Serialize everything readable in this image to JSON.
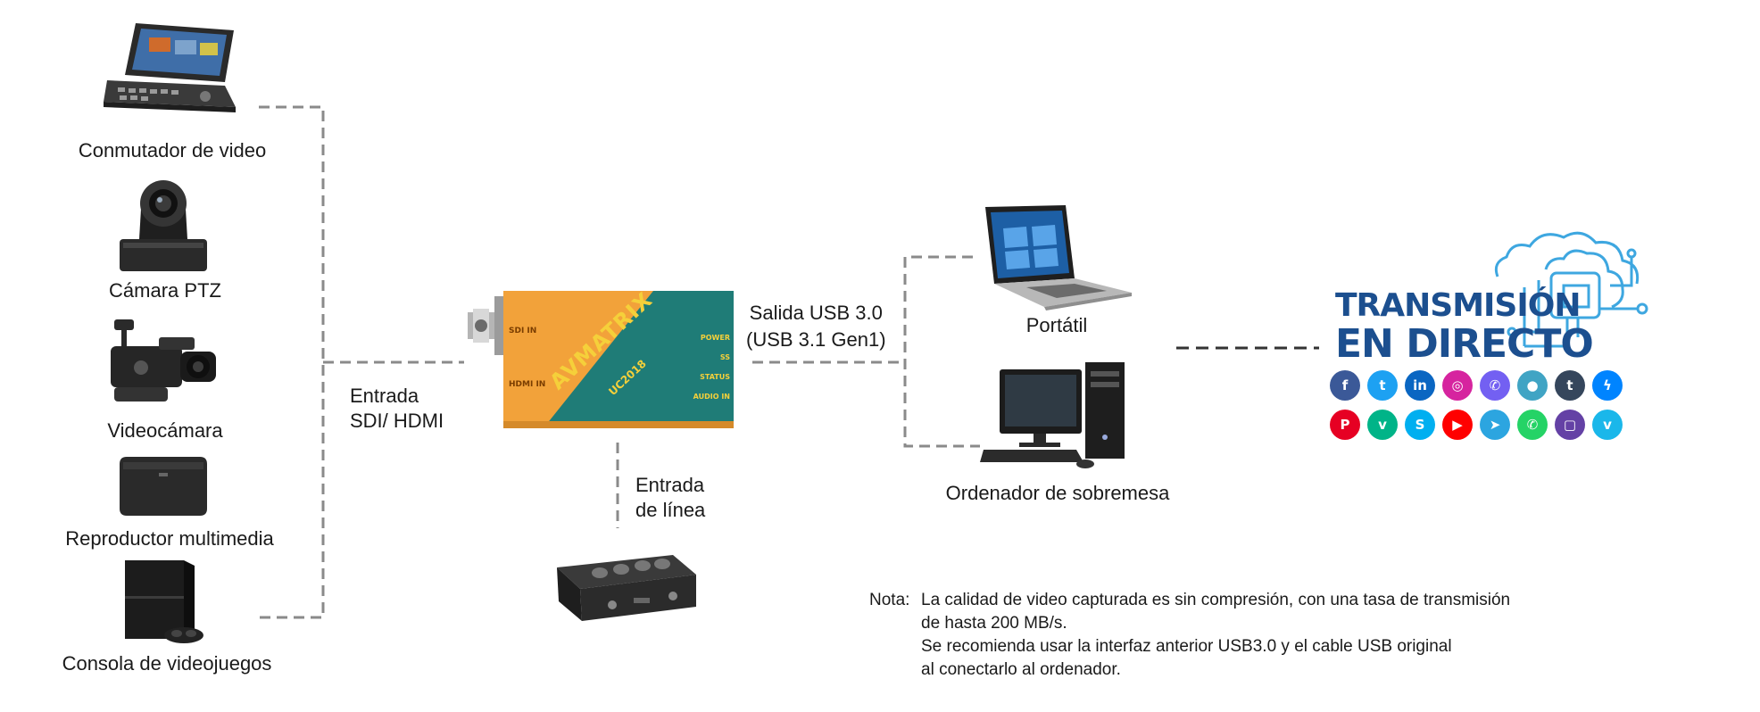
{
  "sources": [
    {
      "label": "Conmutador de video",
      "icon": "video-switcher-icon"
    },
    {
      "label": "Cámara PTZ",
      "icon": "ptz-camera-icon"
    },
    {
      "label": "Videocámara",
      "icon": "camcorder-icon"
    },
    {
      "label": "Reproductor multimedia",
      "icon": "media-player-icon"
    },
    {
      "label": "Consola de videojuegos",
      "icon": "game-console-icon"
    }
  ],
  "input": {
    "line1": "Entrada",
    "line2": "SDI/ HDMI"
  },
  "device": {
    "brand": "AVMATRIX",
    "model": "UC2018",
    "ports": {
      "sdi": "SDI IN",
      "hdmi": "HDMI IN"
    },
    "indicators": [
      "POWER",
      "SS",
      "STATUS",
      "AUDIO IN"
    ],
    "colors": {
      "orange": "#f2a23a",
      "teal": "#1f7c77",
      "yellow": "#f5d03a"
    }
  },
  "line_input": {
    "line1": "Entrada",
    "line2": "de línea",
    "icon": "audio-mixer-icon"
  },
  "usb_output": {
    "line1": "Salida USB 3.0",
    "line2": "(USB 3.1 Gen1)"
  },
  "destinations": [
    {
      "label": "Portátil",
      "icon": "laptop-icon"
    },
    {
      "label": "Ordenador de sobremesa",
      "icon": "desktop-computer-icon"
    }
  ],
  "streaming": {
    "line1": "TRANSMISIÓN",
    "line2": "EN DIRECTO",
    "icon": "cloud-circuit-icon",
    "platforms_row1": [
      {
        "name": "facebook-icon",
        "glyph": "f",
        "color": "#3b5998"
      },
      {
        "name": "twitter-icon",
        "glyph": "t",
        "color": "#1da1f2"
      },
      {
        "name": "linkedin-icon",
        "glyph": "in",
        "color": "#0a66c2"
      },
      {
        "name": "instagram-icon",
        "glyph": "◎",
        "color": "#d6249f"
      },
      {
        "name": "viber-icon",
        "glyph": "✆",
        "color": "#7360f2"
      },
      {
        "name": "periscope-icon",
        "glyph": "●",
        "color": "#40a4c4"
      },
      {
        "name": "tumblr-icon",
        "glyph": "t",
        "color": "#35465c"
      },
      {
        "name": "messenger-icon",
        "glyph": "ϟ",
        "color": "#0084ff"
      }
    ],
    "platforms_row2": [
      {
        "name": "pinterest-icon",
        "glyph": "P",
        "color": "#e60023"
      },
      {
        "name": "vine-icon",
        "glyph": "v",
        "color": "#00b488"
      },
      {
        "name": "skype-icon",
        "glyph": "S",
        "color": "#00aff0"
      },
      {
        "name": "youtube-icon",
        "glyph": "▶",
        "color": "#ff0000"
      },
      {
        "name": "telegram-icon",
        "glyph": "➤",
        "color": "#2ca5e0"
      },
      {
        "name": "whatsapp-icon",
        "glyph": "✆",
        "color": "#25d366"
      },
      {
        "name": "twitch-icon",
        "glyph": "▢",
        "color": "#6441a5"
      },
      {
        "name": "vimeo-icon",
        "glyph": "v",
        "color": "#1ab7ea"
      }
    ]
  },
  "note": {
    "prefix": "Nota:",
    "lines": [
      "La calidad de video capturada es sin compresión, con una tasa de transmisión",
      "de hasta 200 MB/s.",
      "Se recomienda usar la interfaz anterior USB3.0 y el cable USB original",
      "al conectarlo al ordenador."
    ]
  }
}
